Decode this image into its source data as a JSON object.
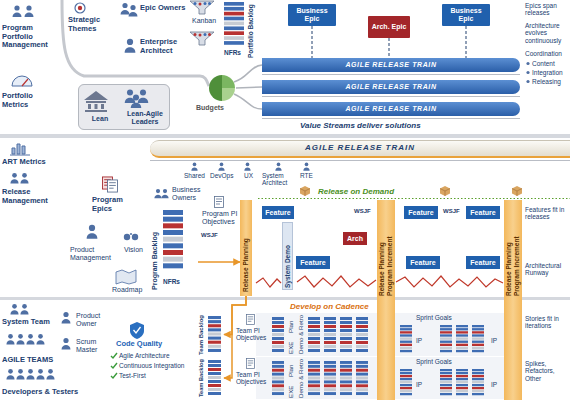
{
  "diagram": {
    "nodes": [
      {
        "text": [
          "Portfolio Backlog",
          "NFRs"
        ]
      },
      {
        "text": [
          "Business Epic"
        ]
      },
      {
        "text": [
          "Arch. Epic"
        ]
      },
      {
        "text": [
          "Business Epic"
        ]
      },
      {
        "text": [
          "AGILE RELEASE TRAIN"
        ]
      },
      {
        "text": [
          "AGILE RELEASE TRAIN"
        ]
      },
      {
        "text": [
          "AGILE RELEASE TRAIN"
        ]
      },
      {
        "text": [
          "Lean",
          "Lean-Agile Leaders"
        ]
      },
      {
        "text": [
          "AGILE RELEASE TRAIN"
        ]
      },
      {
        "text": [
          "Program Backlog",
          "NFRs"
        ]
      },
      {
        "text": [
          "Release Planning"
        ]
      },
      {
        "text": [
          "Feature"
        ]
      },
      {
        "text": [
          "Release Planning",
          "Program Increment"
        ]
      },
      {
        "text": [
          "Feature"
        ]
      },
      {
        "text": [
          "Feature"
        ]
      },
      {
        "text": [
          "Release Planning",
          "Program Increment"
        ]
      },
      {
        "text": [
          "System Demo"
        ]
      },
      {
        "text": [
          "Arch"
        ]
      },
      {
        "text": [
          "Feature"
        ]
      },
      {
        "text": [
          "Feature"
        ]
      },
      {
        "text": [
          "Feature"
        ]
      },
      {
        "text": [
          "Team Backlog"
        ]
      },
      {
        "text": [
          "Team Backlog"
        ]
      }
    ],
    "edges": [
      {
        "from": 1,
        "to": 4,
        "arrow": "none"
      },
      {
        "from": 2,
        "to": 4,
        "arrow": "none"
      },
      {
        "from": 3,
        "to": 4,
        "arrow": "none"
      },
      {
        "from": 9,
        "to": 10,
        "arrow": "to"
      },
      {
        "from": 10,
        "to": 21,
        "arrow": "to"
      },
      {
        "from": 10,
        "to": 22,
        "arrow": "to"
      }
    ],
    "labels": [
      "Program Portfolio Management",
      "Strategic Themes",
      "Epic Owners",
      "Kanban",
      "Enterprise Architect",
      "Epics span releases",
      "Architecture evolves continuously",
      "Coordination",
      "Content",
      "Integration",
      "Releasing",
      "Portfolio Metrics",
      "Budgets",
      "Value Streams deliver solutions",
      "ART Metrics",
      "Release Management",
      "Shared",
      "DevOps",
      "UX",
      "System Architect",
      "RTE",
      "Program Epics",
      "Business Owners",
      "Release on Demand",
      "Program PI Objectives",
      "WSJF",
      "WSJF",
      "WSJF",
      "Features fit in releases",
      "Product Management",
      "Vision",
      "Roadmap",
      "Architectural Runway",
      "System Team",
      "Develop on Cadence",
      "Stories fit in iterations",
      "Product Owner",
      "Code Quality",
      "Scrum Master",
      "Agile Architecture",
      "Continuous Integration",
      "Test-First",
      "AGILE TEAMS",
      "Developers & Testers",
      "Spikes, Refactors, Other",
      "Team PI Objectives",
      "Plan",
      "Demo & Retro",
      "EXE",
      "Sprint Goals",
      "IP",
      "IP",
      "Team PI Objectives",
      "Plan",
      "Demo & Retro",
      "EXE",
      "Sprint Goals",
      "IP",
      "IP"
    ]
  }
}
